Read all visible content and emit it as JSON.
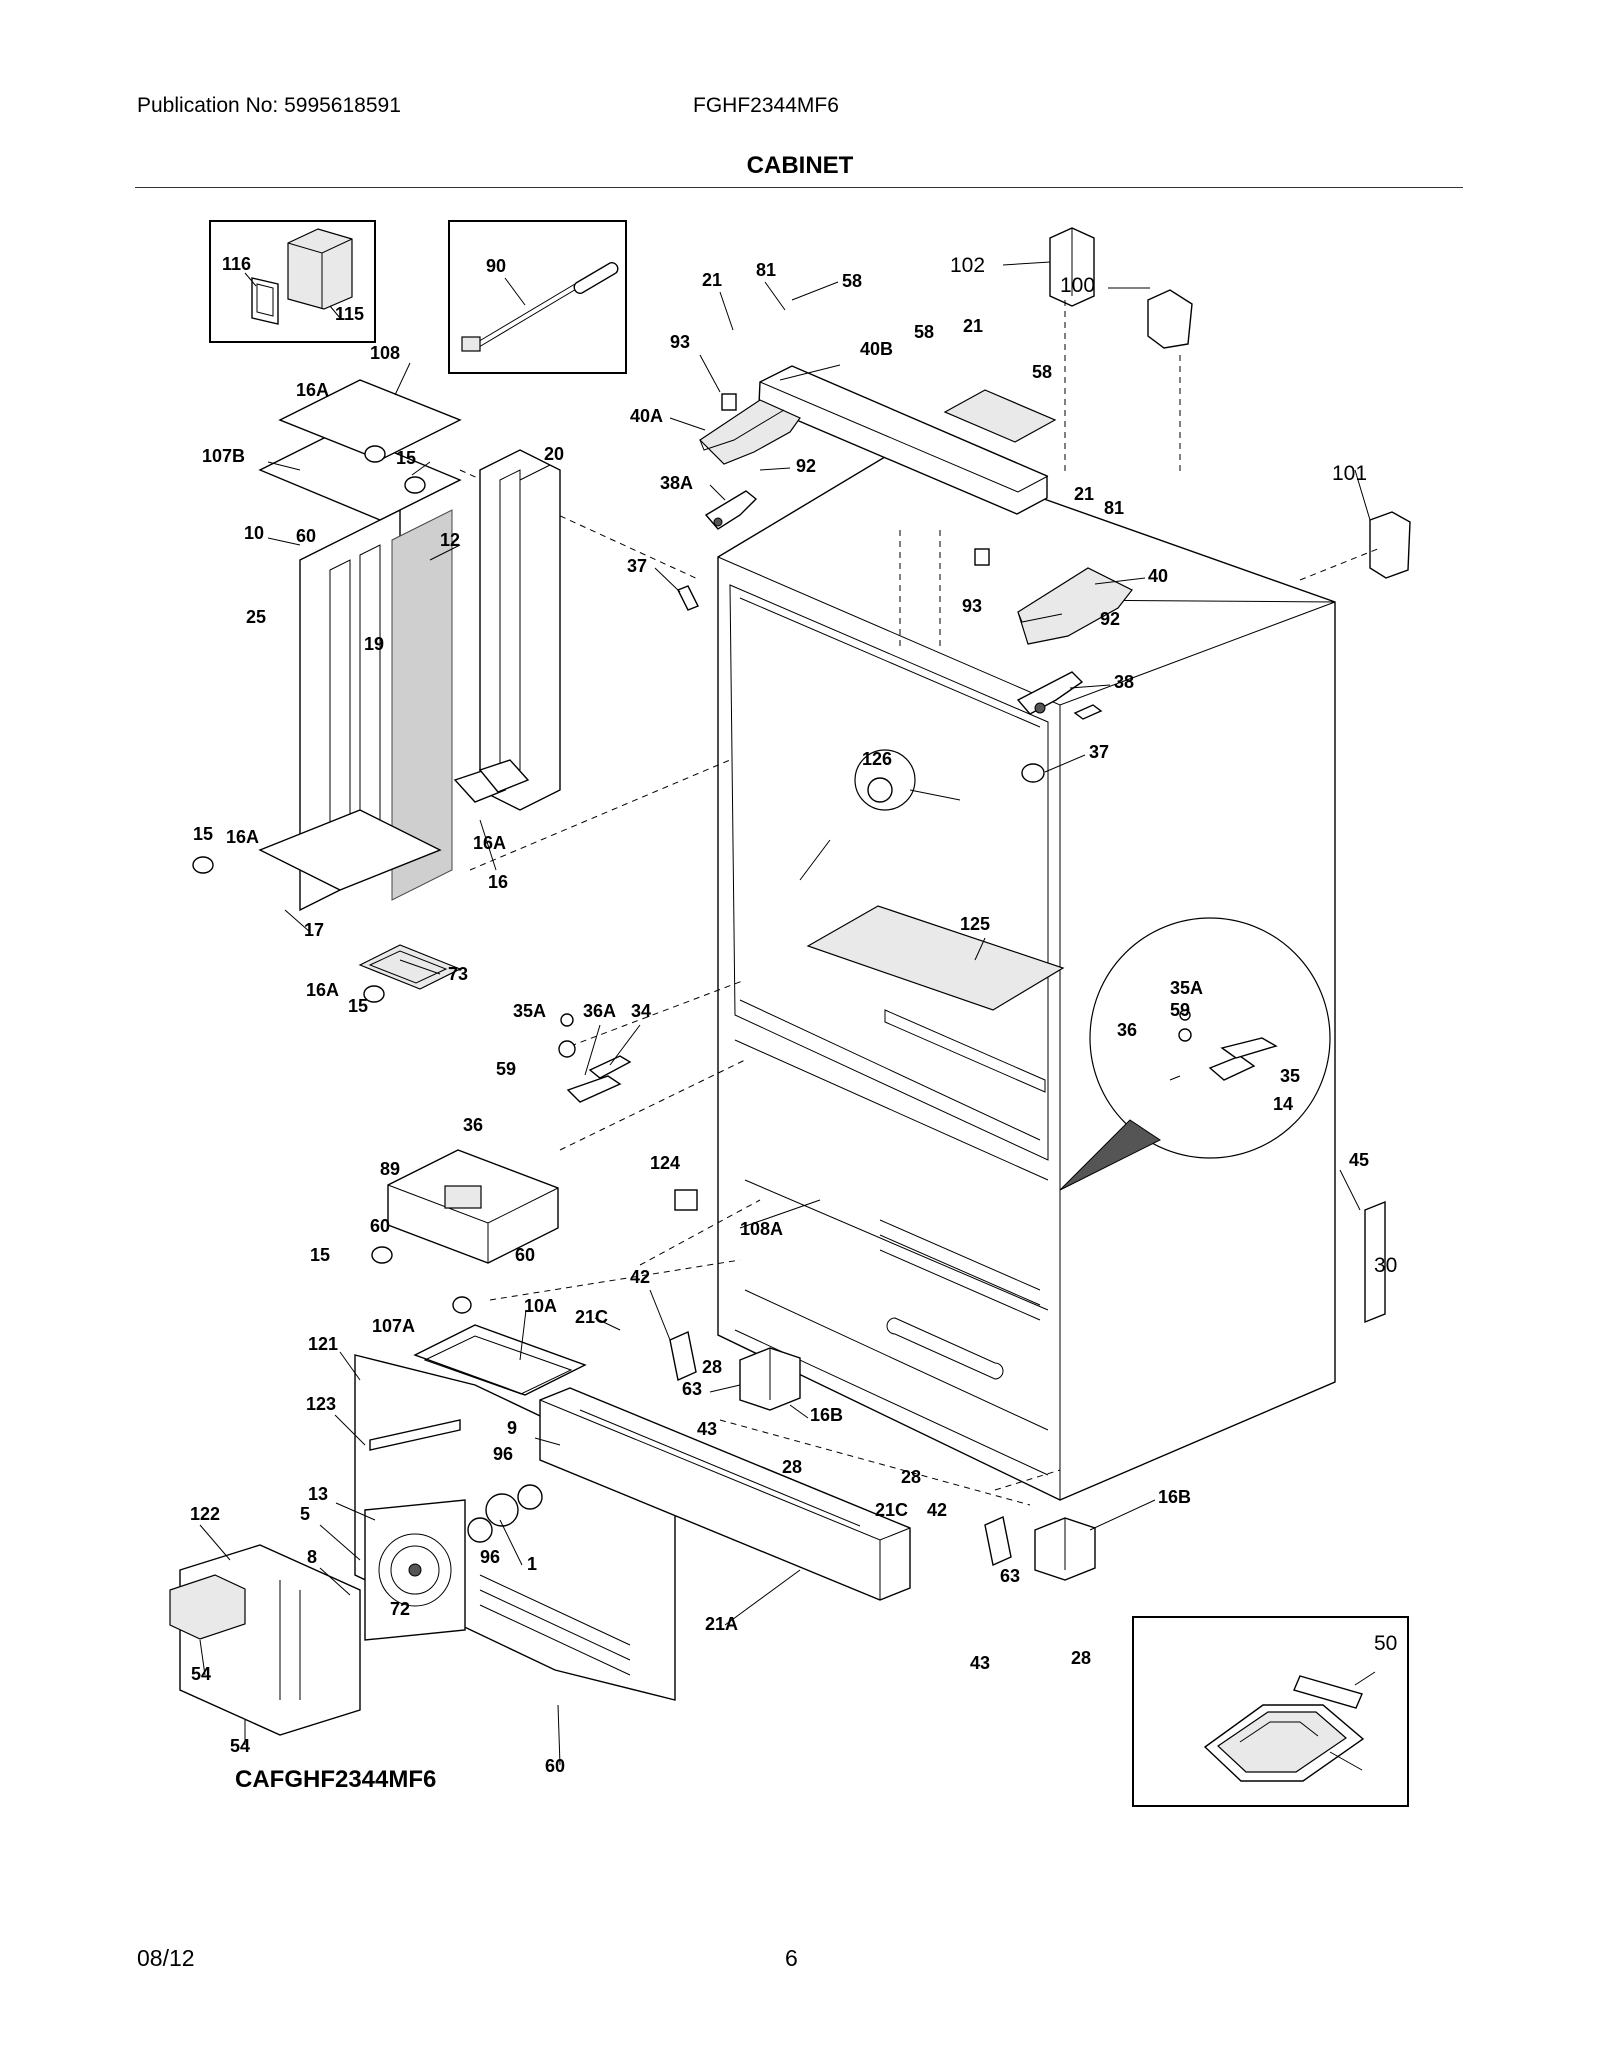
{
  "header": {
    "publication": "Publication No: 5995618591",
    "model": "FGHF2344MF6",
    "section_title": "CABINET"
  },
  "footer": {
    "date": "08/12",
    "page_number": "6"
  },
  "diagram": {
    "model_code": "CAFGHF2344MF6",
    "callouts": [
      "116",
      "115",
      "90",
      "102",
      "100",
      "101",
      "21",
      "81",
      "58",
      "93",
      "40B",
      "40A",
      "92",
      "38A",
      "37",
      "40",
      "38",
      "126",
      "125",
      "108",
      "16A",
      "107B",
      "15",
      "20",
      "10",
      "60",
      "12",
      "25",
      "19",
      "16",
      "17",
      "73",
      "35A",
      "36A",
      "34",
      "59",
      "36",
      "35",
      "14",
      "124",
      "108A",
      "89",
      "45",
      "30",
      "42",
      "21C",
      "28",
      "63",
      "43",
      "16B",
      "107A",
      "10A",
      "121",
      "123",
      "9",
      "96",
      "13",
      "1",
      "122",
      "5",
      "8",
      "72",
      "21A",
      "54",
      "50"
    ]
  }
}
